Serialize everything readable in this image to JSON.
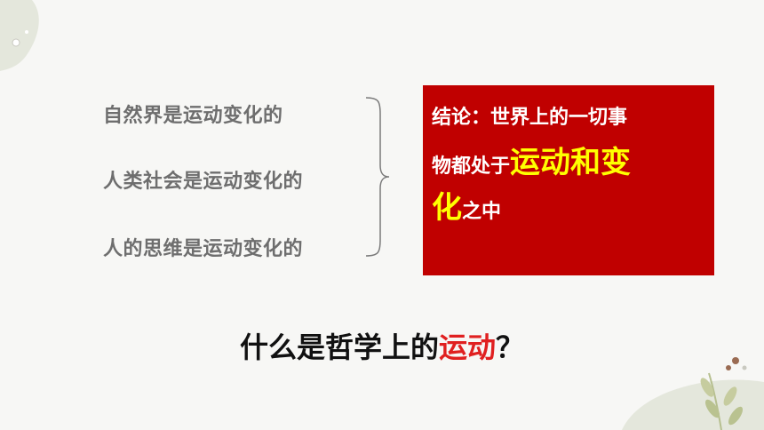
{
  "statements": [
    "自然界是运动变化的",
    "人类社会是运动变化的",
    "人的思维是运动变化的"
  ],
  "conclusion": {
    "line1": "结论：世界上的一切事",
    "line2_prefix": "物都处于",
    "line2_highlight": "运动和变",
    "line3_highlight": "化",
    "line3_suffix": "之中"
  },
  "question": {
    "prefix": "什么是哲学上的",
    "highlight": "运动",
    "suffix": "？"
  },
  "colors": {
    "background": "#f7f7f5",
    "box": "#c00000",
    "highlight_yellow": "#ffff00",
    "question_red": "#e02020",
    "statement_gray": "#6e6e6e",
    "decor_green": "#e4e7dc"
  },
  "icons": [
    "brace-icon",
    "leaf-branch-icon",
    "decorative-dots"
  ]
}
